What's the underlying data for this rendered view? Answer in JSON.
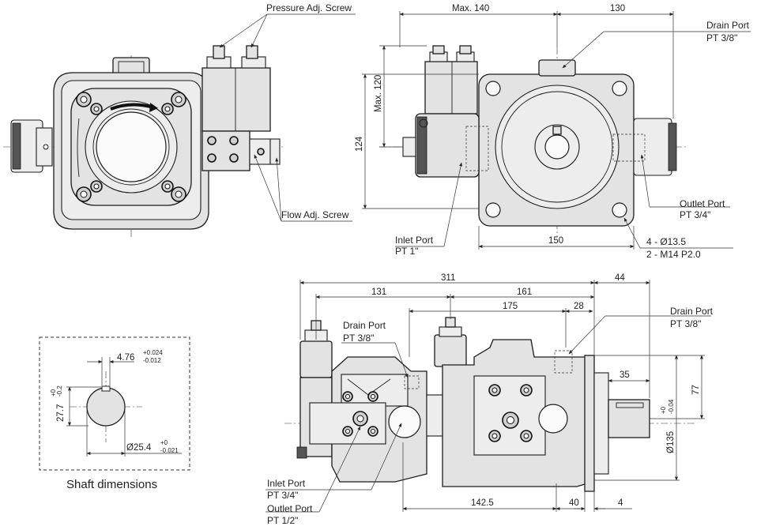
{
  "labels": {
    "pressure_adj_screw": "Pressure Adj. Screw",
    "flow_adj_screw": "Flow Adj. Screw",
    "drain_port_top": "Drain Port",
    "drain_port_top_size": "PT 3/8\"",
    "outlet_port_right": "Outlet Port",
    "outlet_port_right_size": "PT 3/4\"",
    "inlet_port_top": "Inlet Port",
    "inlet_port_top_size": "PT 1\"",
    "holes_1": "4 - Ø13.5",
    "holes_2": "2 - M14  P2.0",
    "drain_port_side_left": "Drain Port",
    "drain_port_side_left_size": "PT 3/8\"",
    "drain_port_side_right": "Drain Port",
    "drain_port_side_right_size": "PT 3/8\"",
    "inlet_port_bottom": "Inlet Port",
    "inlet_port_bottom_size": "PT 3/4\"",
    "outlet_port_bottom": "Outlet Port",
    "outlet_port_bottom_size": "PT 1/2\"",
    "shaft_title": "Shaft dimensions"
  },
  "dimensions": {
    "max140": "Max. 140",
    "d130": "130",
    "max120": "Max. 120",
    "d124": "124",
    "d150": "150",
    "d311": "311",
    "d44": "44",
    "d131": "131",
    "d161": "161",
    "d175": "175",
    "d28": "28",
    "d35": "35",
    "d77": "77",
    "d135": "Ø135",
    "d135_tol_up": "+0",
    "d135_tol_low": "-0.04",
    "d142_5": "142.5",
    "d40": "40",
    "d4": "4"
  },
  "shaft": {
    "key_width": "4.76",
    "key_width_tol_up": "+0.024",
    "key_width_tol_low": "-0.012",
    "key_height": "27.7",
    "key_height_tol_up": "+0",
    "key_height_tol_low": "-0.2",
    "diameter": "Ø25.4",
    "diameter_tol_up": "+0",
    "diameter_tol_low": "-0.021"
  }
}
